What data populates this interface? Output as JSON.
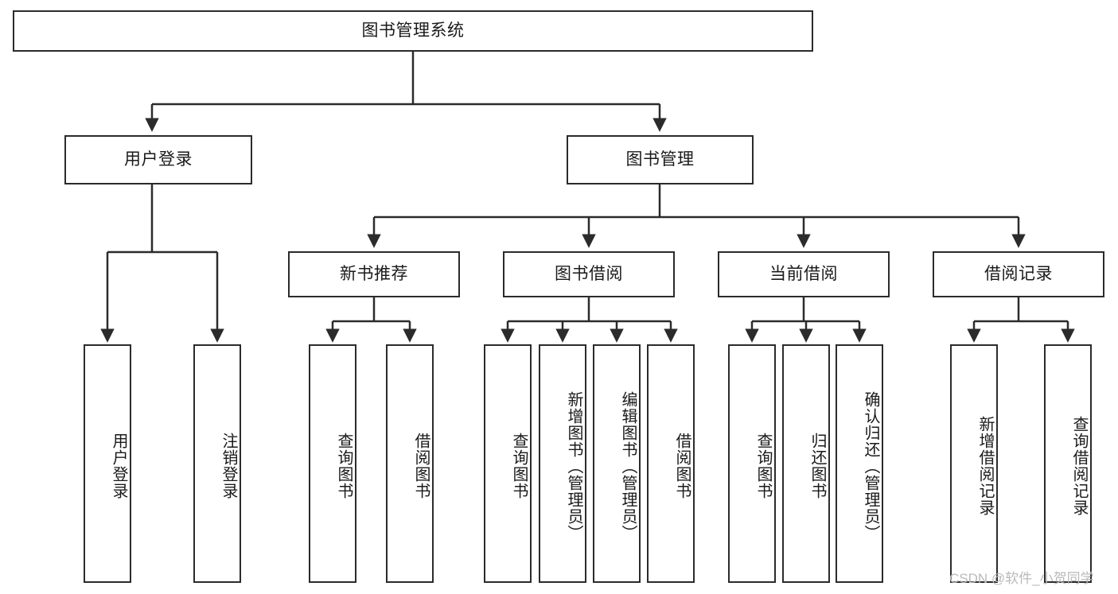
{
  "diagram": {
    "type": "tree-hierarchy-flowchart",
    "title": "图书管理系统",
    "orientation": "top-down",
    "colors": {
      "box_border": "#2b2b2b",
      "box_fill": "#ffffff",
      "edge": "#2b2b2b",
      "text": "#1a1a1a",
      "watermark": "#b9b9b9",
      "background": "#ffffff"
    },
    "nodes": {
      "root": {
        "label": "图书管理系统"
      },
      "level2": [
        {
          "id": "user-login",
          "label": "用户登录"
        },
        {
          "id": "book-manage",
          "label": "图书管理"
        }
      ],
      "level3": [
        {
          "id": "new-book-recommend",
          "label": "新书推荐"
        },
        {
          "id": "book-borrow",
          "label": "图书借阅"
        },
        {
          "id": "current-borrow",
          "label": "当前借阅"
        },
        {
          "id": "borrow-record",
          "label": "借阅记录"
        }
      ],
      "leaves": {
        "user_login": [
          {
            "id": "leaf-user-login",
            "label": "用户登录"
          },
          {
            "id": "leaf-user-logout",
            "label": "注销登录"
          }
        ],
        "new_book_recommend": [
          {
            "id": "leaf-query-book-1",
            "label": "查询图书"
          },
          {
            "id": "leaf-borrow-book-1",
            "label": "借阅图书"
          }
        ],
        "book_borrow": [
          {
            "id": "leaf-query-book-2",
            "label": "查询图书"
          },
          {
            "id": "leaf-add-book",
            "label": "新增图书（管理员）"
          },
          {
            "id": "leaf-edit-book",
            "label": "编辑图书（管理员）"
          },
          {
            "id": "leaf-borrow-book-2",
            "label": "借阅图书"
          }
        ],
        "current_borrow": [
          {
            "id": "leaf-query-book-3",
            "label": "查询图书"
          },
          {
            "id": "leaf-return-book",
            "label": "归还图书"
          },
          {
            "id": "leaf-confirm-return",
            "label": "确认归还（管理员）"
          }
        ],
        "borrow_record": [
          {
            "id": "leaf-add-record",
            "label": "新增借阅记录"
          },
          {
            "id": "leaf-query-record",
            "label": "查询借阅记录"
          }
        ]
      }
    },
    "watermark": "CSDN @软件_小贺同学"
  }
}
